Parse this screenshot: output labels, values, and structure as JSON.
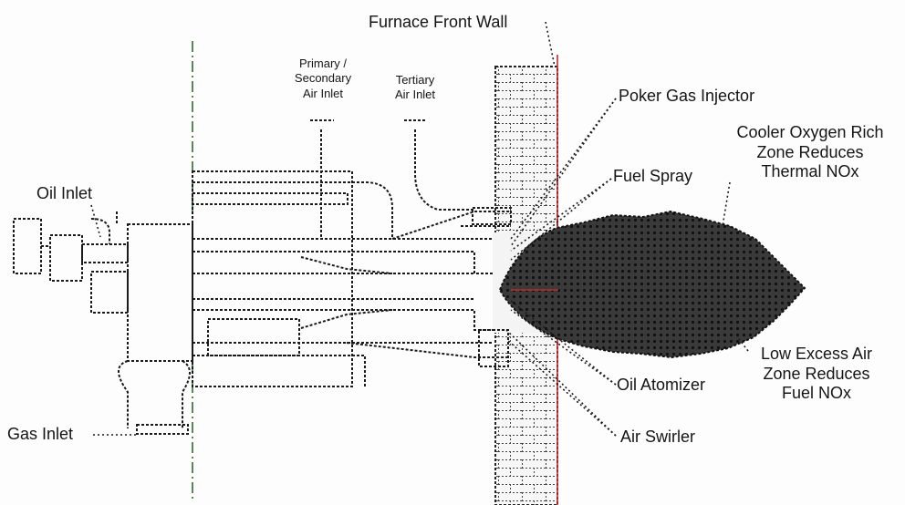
{
  "title": "Furnace Front Wall",
  "labels": {
    "primary_secondary_air_inlet": [
      "Primary /",
      "Secondary",
      "Air Inlet"
    ],
    "tertiary_air_inlet": [
      "Tertiary",
      "Air Inlet"
    ],
    "poker_gas_injector": "Poker Gas Injector",
    "cooler_zone": [
      "Cooler Oxygen Rich",
      "Zone Reduces",
      "Thermal NOx"
    ],
    "oil_inlet": "Oil Inlet",
    "fuel_spray": "Fuel Spray",
    "low_excess_air_zone": [
      "Low Excess Air",
      "Zone Reduces",
      "Fuel NOx"
    ],
    "oil_atomizer": "Oil Atomizer",
    "gas_inlet": "Gas Inlet",
    "air_swirler": "Air Swirler"
  },
  "colors": {
    "ink": "#1a1a1a",
    "flame": "#2b2b2b",
    "centerline": "#2e6b2e",
    "wall_line": "#c03030"
  }
}
